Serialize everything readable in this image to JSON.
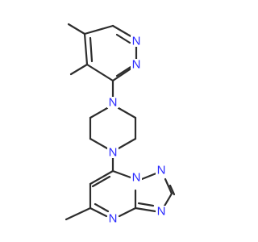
{
  "molecule": {
    "atoms": {
      "n_pyr_top": "N",
      "n_pyr_bottom": "N",
      "n_pip_top": "N",
      "n_pip_bottom": "N",
      "n_tri_bridge": "N",
      "n_tri_top": "N",
      "n_tri_bottom": "N",
      "n_pyrim_bottom": "N"
    },
    "colors": {
      "bond": "#2d2d2d",
      "nitrogen": "#2a2aff",
      "background": "#ffffff"
    }
  }
}
